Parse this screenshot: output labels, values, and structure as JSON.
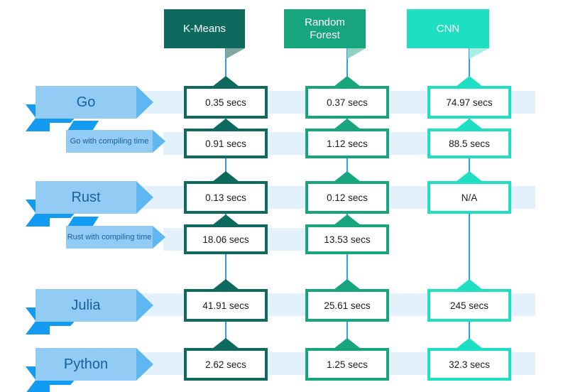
{
  "diagram_type": "benchmark-comparison-matrix",
  "columns": [
    {
      "id": "kmeans",
      "label": "K-Means",
      "color": "#0E6A5F",
      "fold_color": "#7FA8A0"
    },
    {
      "id": "random-forest",
      "label": "Random Forest",
      "color": "#17A57E",
      "fold_color": "#8FD2BE"
    },
    {
      "id": "cnn",
      "label": "CNN",
      "color": "#1FDFC2",
      "fold_color": "#A8F0E3"
    }
  ],
  "rows": [
    {
      "label": "Go",
      "type": "main",
      "values": [
        "0.35 secs",
        "0.37 secs",
        "74.97 secs"
      ]
    },
    {
      "label": "Go with compiling time",
      "type": "sub",
      "values": [
        "0.91 secs",
        "1.12 secs",
        "88.5 secs"
      ]
    },
    {
      "label": "Rust",
      "type": "main",
      "values": [
        "0.13 secs",
        "0.12 secs",
        "N/A"
      ]
    },
    {
      "label": "Rust with compiling time",
      "type": "sub",
      "values": [
        "18.06 secs",
        "13.53 secs",
        null
      ]
    },
    {
      "label": "Julia",
      "type": "main",
      "values": [
        "41.91 secs",
        "25.61 secs",
        "245 secs"
      ]
    },
    {
      "label": "Python",
      "type": "main",
      "values": [
        "2.62 secs",
        "1.25 secs",
        "32.3 secs"
      ]
    }
  ],
  "colors": {
    "connector_line": "#2E9CF0",
    "row_band": "#E3F1FC",
    "ribbon_light_blue": "#92CCF5",
    "ribbon_arrow_tip": "#5FB7F2",
    "ribbon_dark_blue": "#129BF0",
    "ribbon_label_text": "#19619A",
    "value_text": "#1B1B1B",
    "header_text": "#ffffff"
  },
  "chart_data": {
    "type": "table",
    "title": "Algorithm run time by language (seconds)",
    "row_headers": [
      "Go",
      "Go with compiling time",
      "Rust",
      "Rust with compiling time",
      "Julia",
      "Python"
    ],
    "column_headers": [
      "K-Means",
      "Random Forest",
      "CNN"
    ],
    "cells": [
      [
        "0.35 secs",
        "0.37 secs",
        "74.97 secs"
      ],
      [
        "0.91 secs",
        "1.12 secs",
        "88.5 secs"
      ],
      [
        "0.13 secs",
        "0.12 secs",
        "N/A"
      ],
      [
        "18.06 secs",
        "13.53 secs",
        null
      ],
      [
        "41.91 secs",
        "25.61 secs",
        "245 secs"
      ],
      [
        "2.62 secs",
        "1.25 secs",
        "32.3 secs"
      ]
    ]
  }
}
